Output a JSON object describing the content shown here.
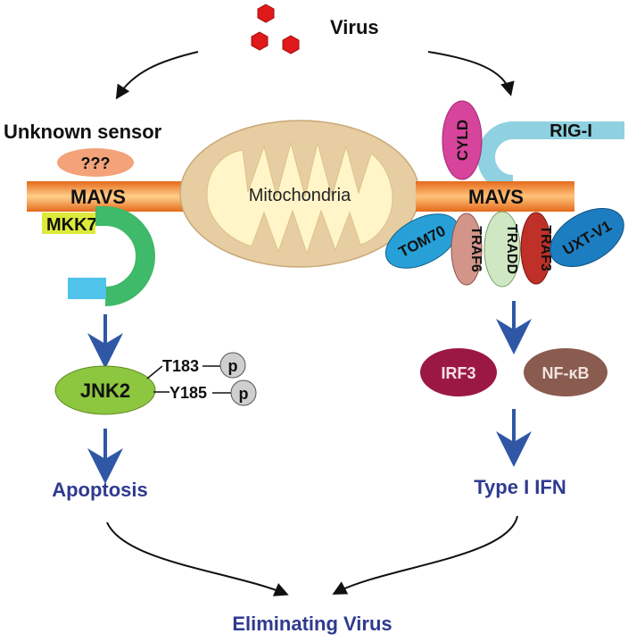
{
  "virus": {
    "label": "Virus",
    "color": "#e0191b"
  },
  "left": {
    "sensor_title": "Unknown sensor",
    "sensor_label": "???",
    "mavs_label": "MAVS",
    "mkk7_label": "MKK7",
    "jnk2_label": "JNK2",
    "phospho_sites": [
      "T183",
      "Y185"
    ],
    "phospho_badge": "p",
    "outcome": "Apoptosis"
  },
  "mitochondria": {
    "label": "Mitochondria"
  },
  "right": {
    "rigi_label": "RIG-I",
    "cyld_label": "CYLD",
    "mavs_label": "MAVS",
    "adaptors": [
      "TOM70",
      "TRAF6",
      "TRADD",
      "TRAF3",
      "UXT-V1"
    ],
    "irf3_label": "IRF3",
    "nfkb_label": "NF-κB",
    "outcome": "Type I IFN"
  },
  "final_outcome": "Eliminating Virus",
  "colors": {
    "arrow_blue": "#2f57a5",
    "title_blue": "#2f3a8f",
    "mavs_orange": "#f07d27",
    "mito_outer": "#e7cda2",
    "mito_inner": "#fff5c8",
    "jnk2_green": "#8dc63f",
    "mkk7_green": "#3fb96a",
    "mkk7_cyan": "#4fc3ea",
    "rigi_cyan": "#8fd1e0",
    "cyld_magenta": "#d6449b",
    "tom70_blue": "#27a0d8",
    "traf6_salmon": "#d3958a",
    "tradd_green": "#cfe8c3",
    "traf3_red": "#bf3028",
    "uxt_blue": "#1c7ec0",
    "irf3_crimson": "#9c1844",
    "nfkb_brown": "#8a5b4f"
  }
}
